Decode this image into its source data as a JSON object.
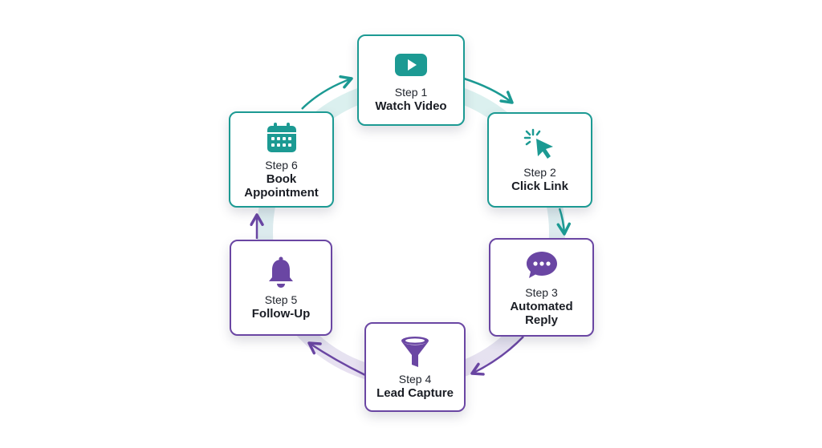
{
  "colors": {
    "teal": "#1c9a93",
    "purple": "#6a46a3",
    "ring_teal": "#dbf1ef",
    "ring_purple": "#e8e0f1"
  },
  "steps": [
    {
      "label": "Step 1",
      "title": "Watch Video",
      "icon": "video-play-icon"
    },
    {
      "label": "Step 2",
      "title": "Click Link",
      "icon": "cursor-click-icon"
    },
    {
      "label": "Step 3",
      "title": "Automated Reply",
      "icon": "chat-bubble-icon"
    },
    {
      "label": "Step 4",
      "title": "Lead Capture",
      "icon": "funnel-icon"
    },
    {
      "label": "Step 5",
      "title": "Follow-Up",
      "icon": "bell-icon"
    },
    {
      "label": "Step 6",
      "title": "Book Appointment",
      "icon": "calendar-icon"
    }
  ]
}
